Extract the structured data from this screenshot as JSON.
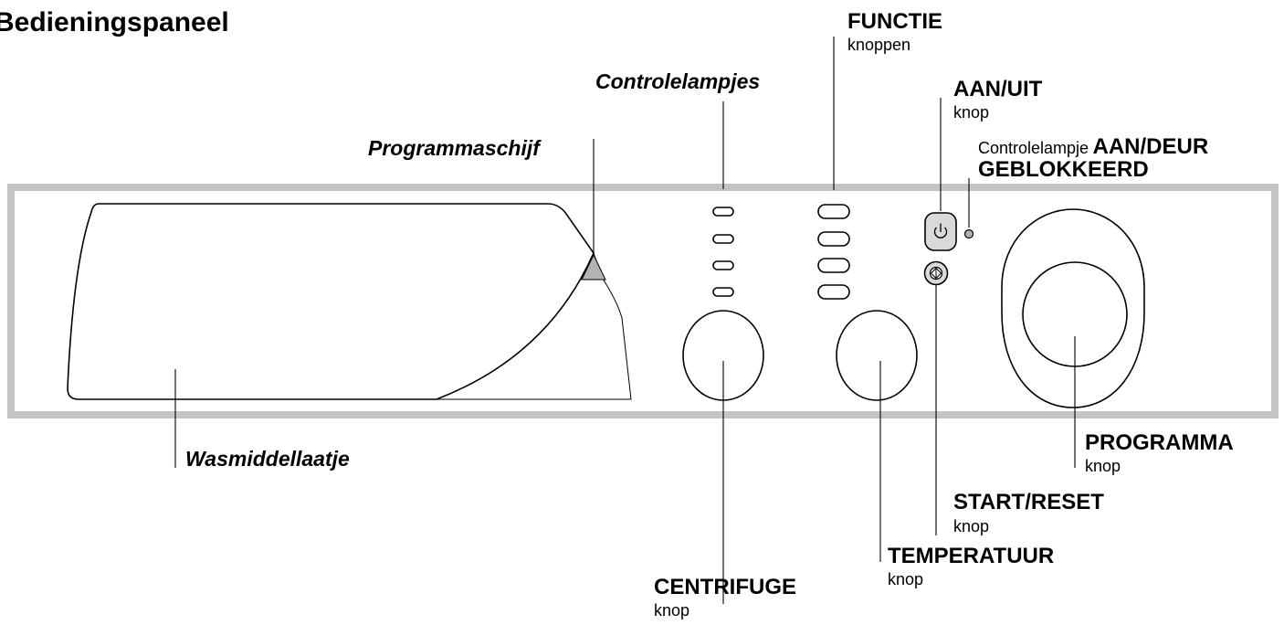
{
  "title": "Bedieningspaneel",
  "labels": {
    "controlelampjes": "Controlelampjes",
    "programmaschijf": "Programmaschijf",
    "wasmiddellaatje": "Wasmiddellaatje",
    "functie": "FUNCTIE",
    "functie_sub": "knoppen",
    "aan_uit": "AAN/UIT",
    "aan_uit_sub": "knop",
    "lamp_prefix": "Controlelampje",
    "lamp_bold_1": "AAN/DEUR",
    "lamp_bold_2": "GEBLOKKEERD",
    "programma": "PROGRAMMA",
    "programma_sub": "knop",
    "start_reset": "START/RESET",
    "start_reset_sub": "knop",
    "temperatuur": "TEMPERATUUR",
    "temperatuur_sub": "knop",
    "centrifuge": "CENTRIFUGE",
    "centrifuge_sub": "knop"
  },
  "icons": {
    "power": "power-icon",
    "start": "start-reset-icon"
  },
  "colors": {
    "panel_border": "#c4c4c4",
    "button_fill": "#d9d9d9",
    "indicator_fill": "#b3b3b3",
    "line": "#000000"
  }
}
